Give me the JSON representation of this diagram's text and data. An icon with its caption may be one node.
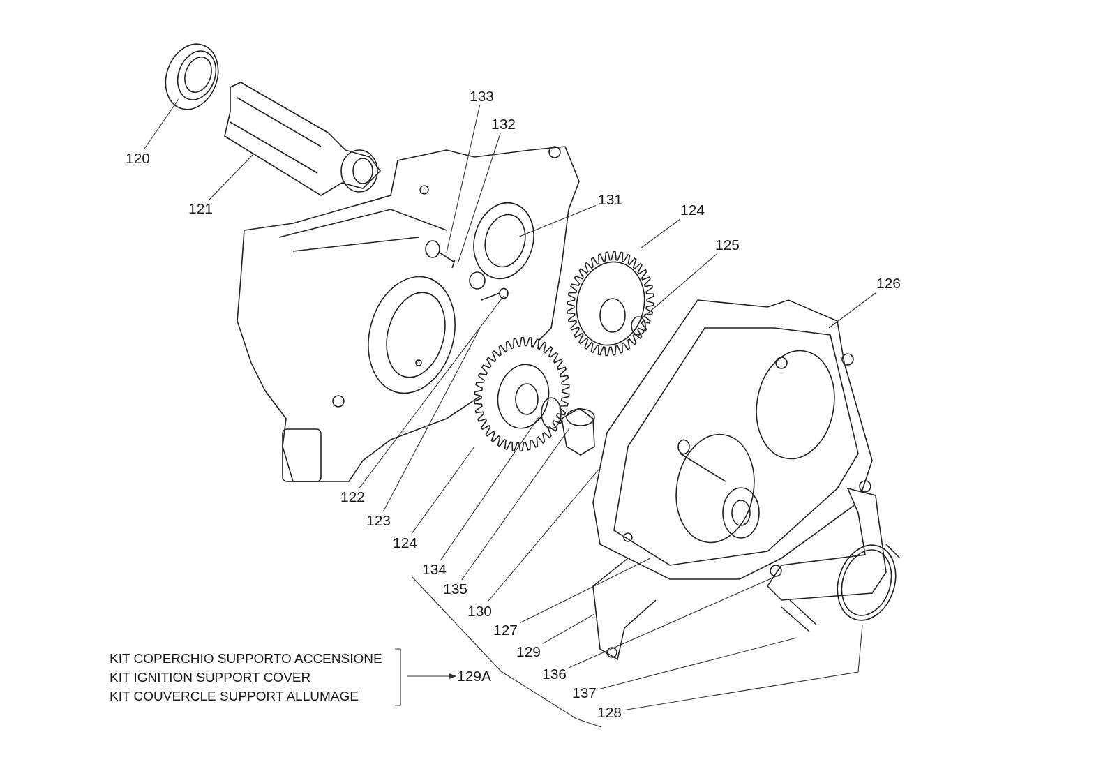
{
  "diagram": {
    "nodes": [
      {
        "text": [
          "120"
        ]
      },
      {
        "text": [
          "121"
        ]
      },
      {
        "text": [
          "133"
        ]
      },
      {
        "text": [
          "132"
        ]
      },
      {
        "text": [
          "131"
        ]
      },
      {
        "text": [
          "124"
        ]
      },
      {
        "text": [
          "125"
        ]
      },
      {
        "text": [
          "126"
        ]
      },
      {
        "text": [
          "122"
        ]
      },
      {
        "text": [
          "123"
        ]
      },
      {
        "text": [
          "124"
        ]
      },
      {
        "text": [
          "134"
        ]
      },
      {
        "text": [
          "135"
        ]
      },
      {
        "text": [
          "130"
        ]
      },
      {
        "text": [
          "127"
        ]
      },
      {
        "text": [
          "129"
        ]
      },
      {
        "text": [
          "136"
        ]
      },
      {
        "text": [
          "137"
        ]
      },
      {
        "text": [
          "128"
        ]
      },
      {
        "text": [
          "KIT COPERCHIO SUPPORTO ACCENSIONE",
          "KIT IGNITION SUPPORT COVER",
          "KIT COUVERCLE SUPPORT ALLUMAGE"
        ]
      },
      {
        "text": [
          "129A"
        ]
      }
    ],
    "edges": [
      {
        "from": 0,
        "to": null,
        "arrow": "none"
      },
      {
        "from": 1,
        "to": null,
        "arrow": "none"
      },
      {
        "from": 2,
        "to": null,
        "arrow": "none"
      },
      {
        "from": 3,
        "to": null,
        "arrow": "none"
      },
      {
        "from": 4,
        "to": null,
        "arrow": "none"
      },
      {
        "from": 5,
        "to": null,
        "arrow": "none"
      },
      {
        "from": 6,
        "to": null,
        "arrow": "none"
      },
      {
        "from": 7,
        "to": null,
        "arrow": "none"
      },
      {
        "from": 8,
        "to": null,
        "arrow": "none"
      },
      {
        "from": 9,
        "to": null,
        "arrow": "none"
      },
      {
        "from": 10,
        "to": null,
        "arrow": "none"
      },
      {
        "from": 11,
        "to": null,
        "arrow": "none"
      },
      {
        "from": 12,
        "to": null,
        "arrow": "none"
      },
      {
        "from": 13,
        "to": null,
        "arrow": "none"
      },
      {
        "from": 14,
        "to": null,
        "arrow": "none"
      },
      {
        "from": 15,
        "to": null,
        "arrow": "none"
      },
      {
        "from": 16,
        "to": null,
        "arrow": "none"
      },
      {
        "from": 17,
        "to": null,
        "arrow": "none"
      },
      {
        "from": 18,
        "to": null,
        "arrow": "none"
      },
      {
        "from": 19,
        "to": 20,
        "arrow": "to"
      }
    ]
  }
}
